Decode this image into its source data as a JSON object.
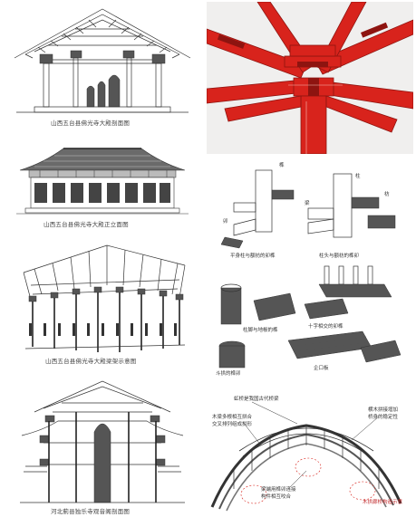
{
  "left_column": {
    "p1_caption": "山西五台县佛光寺大殿剖面图",
    "p2_caption": "山西五台县佛光寺大殿正立面图",
    "p3_caption": "山西五台县佛光寺大殿梁架示意图",
    "p4_caption": "河北蓟县独乐寺观音阁剖面图"
  },
  "right_column": {
    "joint_notes": [
      "榫",
      "卯",
      "柱",
      "枋",
      "梁",
      "平身柱与额枋的卯榫",
      "柱头与额枋的榫卯",
      "柱脚与地栿的榫",
      "十字相交的卯榫",
      "斗拱的榫卯",
      "企口板"
    ],
    "bridge_notes": {
      "top": "虹桥是我国古代桥梁",
      "left1": "木梁多根相互拼合",
      "left2": "交叉排列组成拱形",
      "right1": "横木拼接增加",
      "right2": "桥身的稳定性",
      "bottom1": "梁端用榫卯连接",
      "bottom2": "构件相互咬合",
      "corner": "木拱廊桥构造示意"
    }
  },
  "colors": {
    "red_beam": "#d8231c",
    "dark_beam": "#8e1410",
    "ink": "#333333",
    "note_red": "#c0282a"
  }
}
